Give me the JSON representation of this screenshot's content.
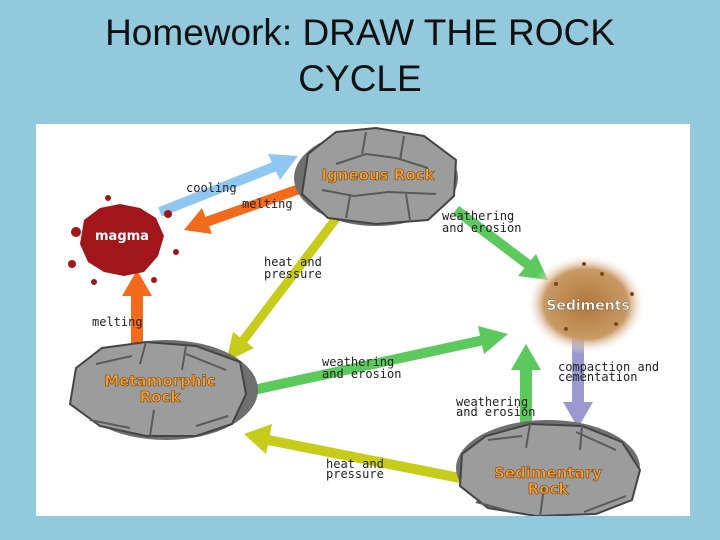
{
  "title": {
    "line1": "Homework: DRAW THE ROCK",
    "line2": "CYCLE"
  },
  "diagram": {
    "nodes": {
      "igneous": "Igneous Rock",
      "magma": "magma",
      "sediments": "Sediments",
      "metamorphic_line1": "Metamorphic",
      "metamorphic_line2": "Rock",
      "sedimentary_line1": "Sedimentary",
      "sedimentary_line2": "Rock"
    },
    "labels": {
      "cooling": "cooling",
      "melting_top": "melting",
      "melting_left": "melting",
      "weathering_top_1": "weathering",
      "weathering_top_2": "and erosion",
      "heat_top_1": "heat and",
      "heat_top_2": "pressure",
      "weathering_mid_1": "weathering",
      "weathering_mid_2": "and erosion",
      "compaction_1": "compaction and",
      "compaction_2": "cementation",
      "weathering_low_1": "weathering",
      "weathering_low_2": "and erosion",
      "heat_bottom_1": "heat and",
      "heat_bottom_2": "pressure"
    },
    "colors": {
      "cooling_arrow": "#8ec8f2",
      "melting_arrow": "#f26b1d",
      "heat_arrow": "#c7cc1a",
      "weathering_arrow": "#5cc95c",
      "compaction_arrow": "#9a9ad0",
      "rock": "#9c9c9c",
      "magma": "#a0161b"
    }
  }
}
